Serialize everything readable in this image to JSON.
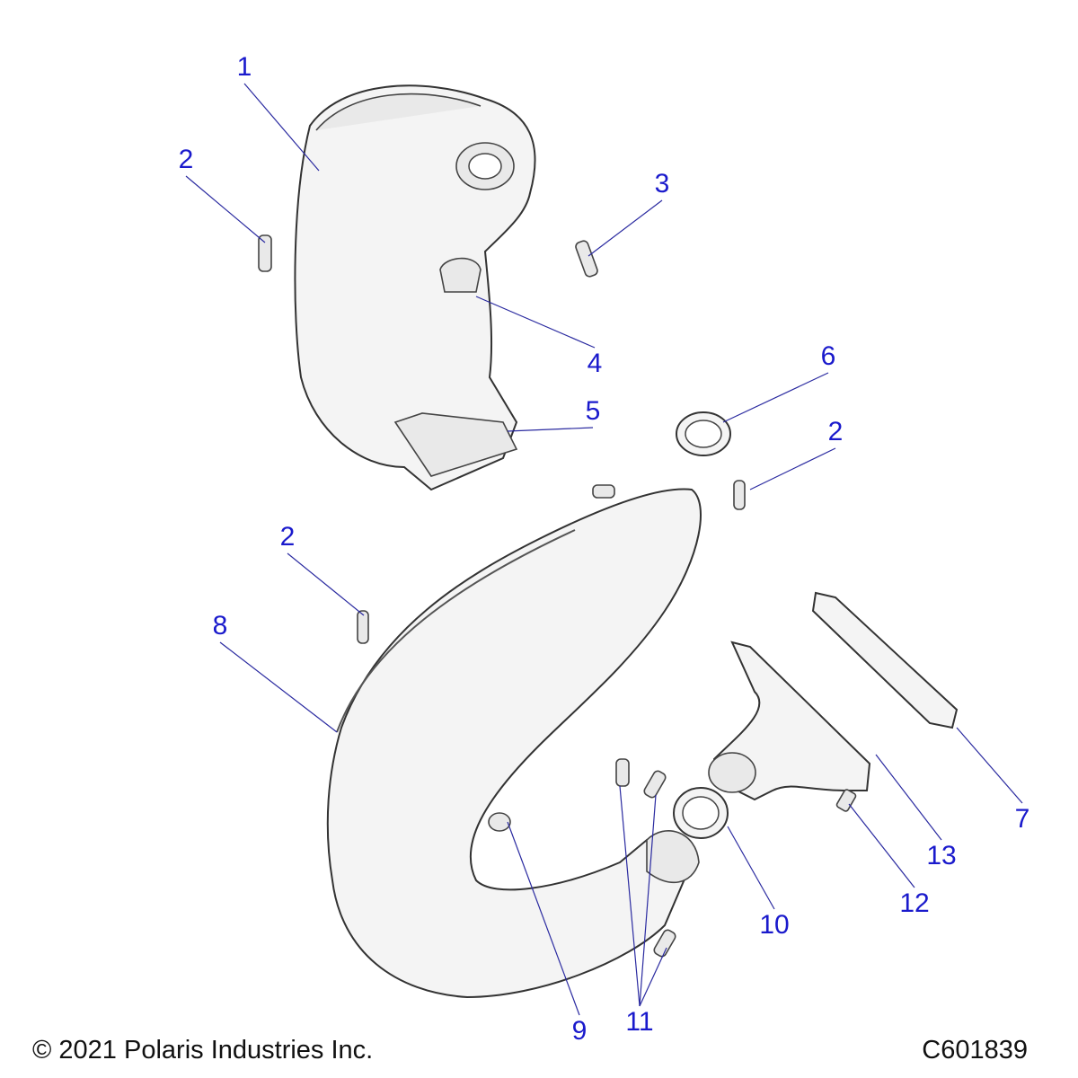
{
  "callouts": [
    {
      "label": "1",
      "part": "muffler-shield"
    },
    {
      "label": "2",
      "part": "spring"
    },
    {
      "label": "3",
      "part": "spring-hook"
    },
    {
      "label": "4",
      "part": "clip"
    },
    {
      "label": "5",
      "part": "heat-shield"
    },
    {
      "label": "6",
      "part": "seal-ring"
    },
    {
      "label": "2",
      "part": "spring"
    },
    {
      "label": "2",
      "part": "spring"
    },
    {
      "label": "8",
      "part": "exhaust-pipe"
    },
    {
      "label": "7",
      "part": "gasket"
    },
    {
      "label": "13",
      "part": "exhaust-manifold"
    },
    {
      "label": "12",
      "part": "bolt"
    },
    {
      "label": "10",
      "part": "seal-ring"
    },
    {
      "label": "9",
      "part": "grommet"
    },
    {
      "label": "11",
      "part": "springs"
    }
  ],
  "footer": {
    "copyright": "© 2021 Polaris Industries Inc.",
    "drawing_id": "C601839"
  },
  "colors": {
    "callout": "#1a1acc",
    "leader": "#2a2aa0"
  }
}
